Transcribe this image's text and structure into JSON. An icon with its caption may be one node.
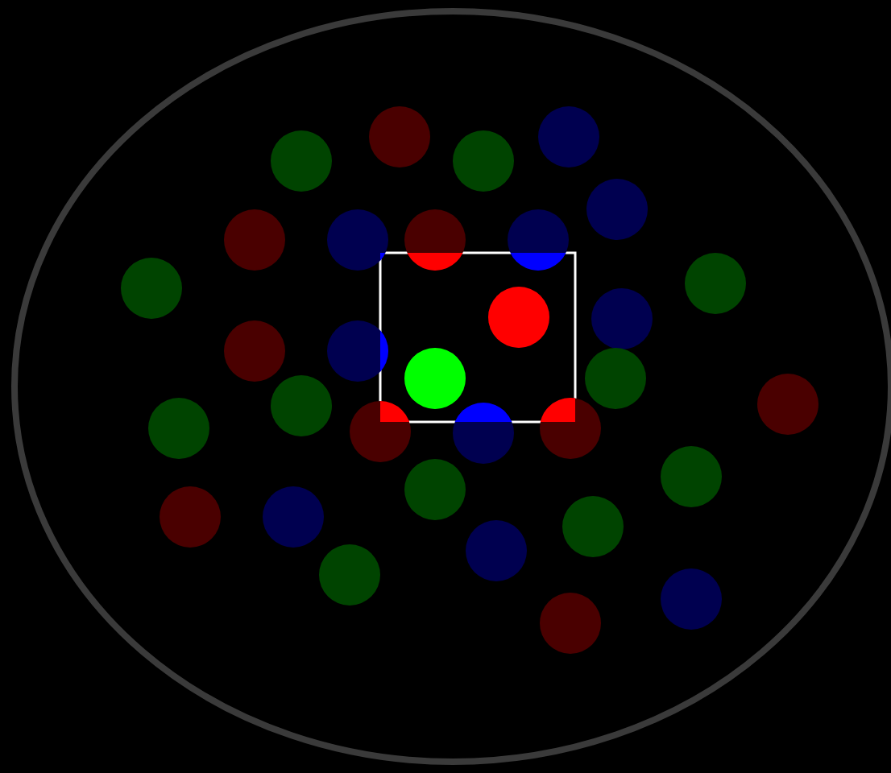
{
  "diagram": {
    "nodes": [
      {
        "text": [],
        "shape": "ellipse"
      },
      {
        "text": [],
        "shape": "box",
        "in": 0
      },
      {
        "text": [],
        "shape": "circle",
        "in": 0
      },
      {
        "text": [],
        "shape": "circle",
        "in": 0
      },
      {
        "text": [],
        "shape": "circle",
        "in": 0
      },
      {
        "text": [],
        "shape": "circle",
        "in": 0
      },
      {
        "text": [],
        "shape": "circle",
        "in": 0
      },
      {
        "text": [],
        "shape": "circle",
        "in": 0
      },
      {
        "text": [],
        "shape": "circle",
        "in": 0
      },
      {
        "text": [],
        "shape": "circle",
        "in": 0
      },
      {
        "text": [],
        "shape": "circle",
        "in": 0
      },
      {
        "text": [],
        "shape": "circle",
        "in": 0
      },
      {
        "text": [],
        "shape": "circle",
        "in": 0
      },
      {
        "text": [],
        "shape": "circle",
        "in": 1
      },
      {
        "text": [],
        "shape": "circle",
        "in": 0
      },
      {
        "text": [],
        "shape": "circle",
        "in": 0
      },
      {
        "text": [],
        "shape": "circle",
        "in": 0
      },
      {
        "text": [],
        "shape": "circle",
        "in": 1
      },
      {
        "text": [],
        "shape": "circle",
        "in": 0
      },
      {
        "text": [],
        "shape": "circle",
        "in": 0
      },
      {
        "text": [],
        "shape": "circle",
        "in": 0
      },
      {
        "text": [],
        "shape": "circle",
        "in": 0
      },
      {
        "text": [],
        "shape": "circle",
        "in": 0
      },
      {
        "text": [],
        "shape": "circle",
        "in": 0
      },
      {
        "text": [],
        "shape": "circle",
        "in": 0
      },
      {
        "text": [],
        "shape": "circle",
        "in": 0
      },
      {
        "text": [],
        "shape": "circle",
        "in": 0
      },
      {
        "text": [],
        "shape": "circle",
        "in": 0
      },
      {
        "text": [],
        "shape": "circle",
        "in": 0
      },
      {
        "text": [],
        "shape": "circle",
        "in": 0
      },
      {
        "text": [],
        "shape": "circle",
        "in": 0
      },
      {
        "text": [],
        "shape": "circle",
        "in": 0
      },
      {
        "text": [],
        "shape": "circle",
        "in": 0
      },
      {
        "text": [],
        "shape": "circle",
        "in": 0
      }
    ]
  }
}
